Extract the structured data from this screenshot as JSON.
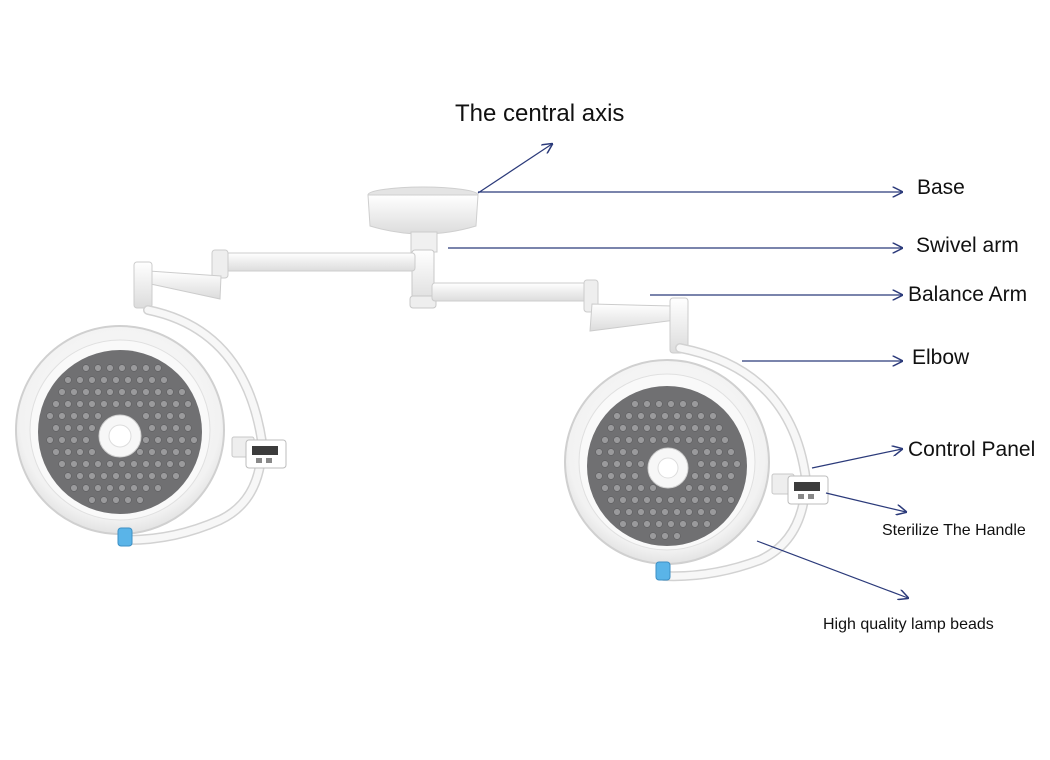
{
  "labels": {
    "central_axis": "The central axis",
    "base": "Base",
    "swivel_arm": "Swivel arm",
    "balance_arm": "Balance Arm",
    "elbow": "Elbow",
    "control_panel": "Control Panel",
    "sterilize_handle": "Sterilize The Handle",
    "lamp_beads": "High quality lamp beads"
  },
  "colors": {
    "leader_line": "#2b3a7a",
    "lamp_face": "#707072",
    "bead": "#9a9a9c",
    "housing": "#f6f6f6",
    "arm": "#f3f3f3",
    "handle_accent": "#5ab4e8"
  }
}
